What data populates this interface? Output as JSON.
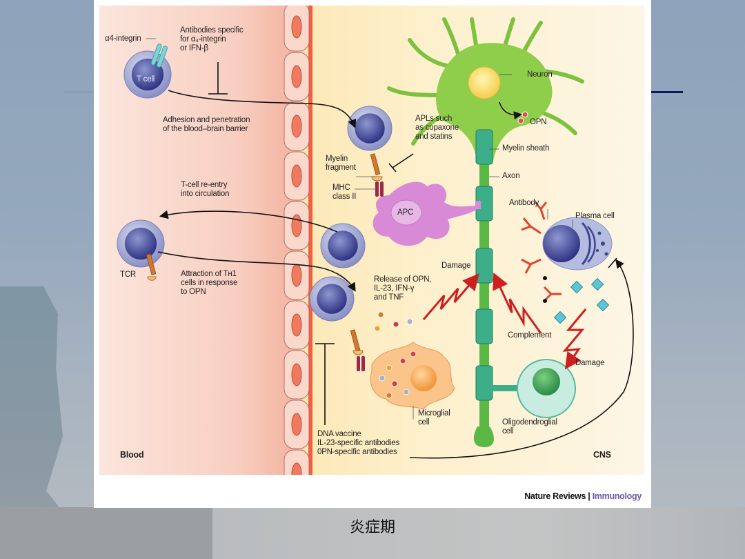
{
  "slide": {
    "caption": "炎症期"
  },
  "figure": {
    "regions": {
      "left": "Blood",
      "right": "CNS"
    },
    "credit": {
      "journal_prefix": "Nature Reviews",
      "separator": "|",
      "journal_name": "Immunology"
    },
    "labels": {
      "alpha4_integrin": "α4-integrin",
      "t_cell": "T cell",
      "antibodies_alpha4": "Antibodies specific\nfor α₄-integrin\nor IFN-β",
      "adhesion": "Adhesion and penetration\nof the blood–brain barrier",
      "t_cell_reentry": "T-cell re-entry\ninto circulation",
      "tcr": "TCR",
      "attraction": "Attraction of Tн1\ncells in response\nto OPN",
      "neuron": "Neuron",
      "opn": "OPN",
      "apls": "APLs such\nas copaxone\nand statins",
      "myelin_fragment": "Myelin\nfragment",
      "mhc": "MHC\nclass II",
      "apc": "APC",
      "myelin_sheath": "Myelin sheath",
      "axon": "Axon",
      "antibody": "Antibody",
      "plasma_cell": "Plasma cell",
      "damage_1": "Damage",
      "release": "Release of OPN,\nIL-23, IFN-γ\nand TNF",
      "complement": "Complement",
      "damage_2": "Damage",
      "microglial": "Microglial\ncell",
      "oligodendroglial": "Oligodendroglial\ncell",
      "dna_vaccine": "DNA vaccine\nIL-23-specific antibodies\n0PN-specific antibodies"
    },
    "colors": {
      "tcell_outer": "#aab0d8",
      "tcell_inner": "#3d4490",
      "neuron": "#8fce4a",
      "myelin": "#3cae8a",
      "apc": "#d98ad6",
      "microglia": "#fbc48a",
      "damage": "#cc2020",
      "complement": "#5cc6d4",
      "vessel": "#f07050"
    }
  }
}
